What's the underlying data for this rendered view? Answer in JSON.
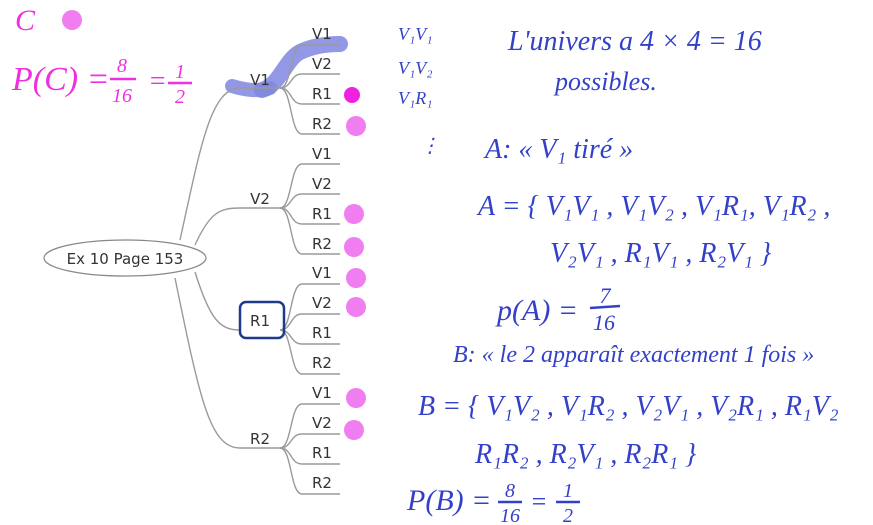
{
  "mindmap": {
    "root": "Ex 10 Page 153",
    "branches": [
      {
        "label": "V1",
        "leaves": [
          "V1",
          "V2",
          "R1",
          "R2"
        ]
      },
      {
        "label": "V2",
        "leaves": [
          "V1",
          "V2",
          "R1",
          "R2"
        ]
      },
      {
        "label": "R1",
        "leaves": [
          "V1",
          "V2",
          "R1",
          "R2"
        ],
        "selected": true
      },
      {
        "label": "R2",
        "leaves": [
          "V1",
          "V2",
          "R1",
          "R2"
        ]
      }
    ]
  },
  "annotations_pink": {
    "event": "C",
    "prob_lhs": "P(C) =",
    "num": "8",
    "den": "16",
    "eq": "=",
    "num2": "1",
    "den2": "2"
  },
  "annotations_blue": {
    "list": [
      "V₁V₁",
      "V₁V₂",
      "V₁R₁",
      "⋮"
    ],
    "universe_1": "L'univers a 4 × 4 = 16",
    "universe_2": "possibles.",
    "a_def": "A: « V₁ tiré »",
    "a_set_1": "A = { V₁V₁ , V₁V₂ , V₁R₁, V₁R₂ ,",
    "a_set_2": "V₂V₁ , R₁V₁ , R₂V₁ }",
    "pa_lhs": "p(A) =",
    "pa_num": "7",
    "pa_den": "16",
    "b_def": "B: « le 2 apparaît exactement 1 fois »",
    "b_set_1": "B = { V₁V₂ , V₁R₂ , V₂V₁ , V₂R₁ , R₁V₂",
    "b_set_2": "R₁R₂ , R₂V₁ , R₂R₁ }",
    "pb_lhs": "P(B) =",
    "pb_num": "8",
    "pb_den": "16",
    "pb_eq": "=",
    "pb_num2": "1",
    "pb_den2": "2"
  },
  "colors": {
    "ink_blue": "#3340c8",
    "ink_pink": "#f030e0",
    "dot_pink": "#f07ef0",
    "highlight": "#7f86e0",
    "selection": "#1f3a8a"
  }
}
